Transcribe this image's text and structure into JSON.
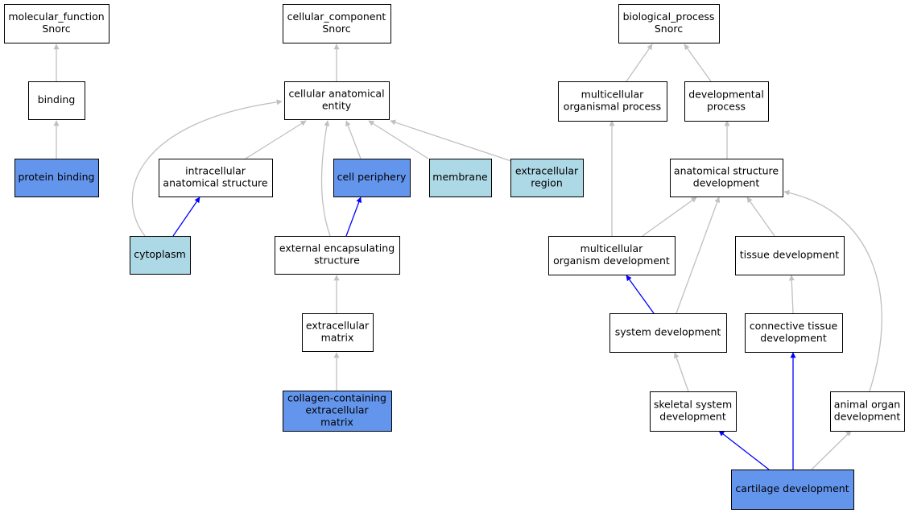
{
  "colors": {
    "background": "#ffffff",
    "default_node": "#ffffff",
    "direct_annotation": "#6495ed",
    "inferred_annotation": "#add8e6",
    "is_a_edge": "#c0c0c0",
    "annotation_edge": "#0000ff"
  },
  "nodes": [
    {
      "id": "mf_root",
      "lines": [
        "molecular_function",
        "Snorc"
      ],
      "fill": "default_node"
    },
    {
      "id": "binding",
      "lines": [
        "binding"
      ],
      "fill": "default_node"
    },
    {
      "id": "protein_binding",
      "lines": [
        "protein binding"
      ],
      "fill": "direct_annotation"
    },
    {
      "id": "cc_root",
      "lines": [
        "cellular_component",
        "Snorc"
      ],
      "fill": "default_node"
    },
    {
      "id": "cellular_anatomical_entity",
      "lines": [
        "cellular anatomical",
        "entity"
      ],
      "fill": "default_node"
    },
    {
      "id": "intracellular_anatomical_structure",
      "lines": [
        "intracellular",
        "anatomical structure"
      ],
      "fill": "default_node"
    },
    {
      "id": "cell_periphery",
      "lines": [
        "cell periphery"
      ],
      "fill": "direct_annotation"
    },
    {
      "id": "membrane",
      "lines": [
        "membrane"
      ],
      "fill": "inferred_annotation"
    },
    {
      "id": "extracellular_region",
      "lines": [
        "extracellular",
        "region"
      ],
      "fill": "inferred_annotation"
    },
    {
      "id": "cytoplasm",
      "lines": [
        "cytoplasm"
      ],
      "fill": "inferred_annotation"
    },
    {
      "id": "external_encapsulating_structure",
      "lines": [
        "external encapsulating",
        "structure"
      ],
      "fill": "default_node"
    },
    {
      "id": "extracellular_matrix",
      "lines": [
        "extracellular",
        "matrix"
      ],
      "fill": "default_node"
    },
    {
      "id": "collagen_ecm",
      "lines": [
        "collagen-containing",
        "extracellular",
        "matrix"
      ],
      "fill": "direct_annotation"
    },
    {
      "id": "bp_root",
      "lines": [
        "biological_process",
        "Snorc"
      ],
      "fill": "default_node"
    },
    {
      "id": "multicellular_organismal_process",
      "lines": [
        "multicellular",
        "organismal process"
      ],
      "fill": "default_node"
    },
    {
      "id": "developmental_process",
      "lines": [
        "developmental",
        "process"
      ],
      "fill": "default_node"
    },
    {
      "id": "anatomical_structure_development",
      "lines": [
        "anatomical structure",
        "development"
      ],
      "fill": "default_node"
    },
    {
      "id": "multicellular_organism_development",
      "lines": [
        "multicellular",
        "organism development"
      ],
      "fill": "default_node"
    },
    {
      "id": "tissue_development",
      "lines": [
        "tissue development"
      ],
      "fill": "default_node"
    },
    {
      "id": "system_development",
      "lines": [
        "system development"
      ],
      "fill": "default_node"
    },
    {
      "id": "connective_tissue_development",
      "lines": [
        "connective tissue",
        "development"
      ],
      "fill": "default_node"
    },
    {
      "id": "skeletal_system_development",
      "lines": [
        "skeletal system",
        "development"
      ],
      "fill": "default_node"
    },
    {
      "id": "animal_organ_development",
      "lines": [
        "animal organ",
        "development"
      ],
      "fill": "default_node"
    },
    {
      "id": "cartilage_development",
      "lines": [
        "cartilage development"
      ],
      "fill": "direct_annotation"
    }
  ],
  "edges": [
    {
      "from": "binding",
      "to": "mf_root",
      "type": "is_a_edge"
    },
    {
      "from": "protein_binding",
      "to": "binding",
      "type": "is_a_edge"
    },
    {
      "from": "cellular_anatomical_entity",
      "to": "cc_root",
      "type": "is_a_edge"
    },
    {
      "from": "intracellular_anatomical_structure",
      "to": "cellular_anatomical_entity",
      "type": "is_a_edge"
    },
    {
      "from": "cell_periphery",
      "to": "cellular_anatomical_entity",
      "type": "is_a_edge"
    },
    {
      "from": "membrane",
      "to": "cellular_anatomical_entity",
      "type": "is_a_edge"
    },
    {
      "from": "extracellular_region",
      "to": "cellular_anatomical_entity",
      "type": "is_a_edge"
    },
    {
      "from": "cytoplasm",
      "to": "cellular_anatomical_entity",
      "type": "is_a_edge"
    },
    {
      "from": "cytoplasm",
      "to": "intracellular_anatomical_structure",
      "type": "annotation_edge"
    },
    {
      "from": "external_encapsulating_structure",
      "to": "cellular_anatomical_entity",
      "type": "is_a_edge"
    },
    {
      "from": "external_encapsulating_structure",
      "to": "cell_periphery",
      "type": "annotation_edge"
    },
    {
      "from": "extracellular_matrix",
      "to": "external_encapsulating_structure",
      "type": "is_a_edge"
    },
    {
      "from": "collagen_ecm",
      "to": "extracellular_matrix",
      "type": "is_a_edge"
    },
    {
      "from": "multicellular_organismal_process",
      "to": "bp_root",
      "type": "is_a_edge"
    },
    {
      "from": "developmental_process",
      "to": "bp_root",
      "type": "is_a_edge"
    },
    {
      "from": "anatomical_structure_development",
      "to": "developmental_process",
      "type": "is_a_edge"
    },
    {
      "from": "multicellular_organism_development",
      "to": "multicellular_organismal_process",
      "type": "is_a_edge"
    },
    {
      "from": "multicellular_organism_development",
      "to": "anatomical_structure_development",
      "type": "is_a_edge"
    },
    {
      "from": "tissue_development",
      "to": "anatomical_structure_development",
      "type": "is_a_edge"
    },
    {
      "from": "system_development",
      "to": "anatomical_structure_development",
      "type": "is_a_edge"
    },
    {
      "from": "system_development",
      "to": "multicellular_organism_development",
      "type": "annotation_edge"
    },
    {
      "from": "connective_tissue_development",
      "to": "tissue_development",
      "type": "is_a_edge"
    },
    {
      "from": "skeletal_system_development",
      "to": "system_development",
      "type": "is_a_edge"
    },
    {
      "from": "animal_organ_development",
      "to": "anatomical_structure_development",
      "type": "is_a_edge"
    },
    {
      "from": "cartilage_development",
      "to": "skeletal_system_development",
      "type": "annotation_edge"
    },
    {
      "from": "cartilage_development",
      "to": "connective_tissue_development",
      "type": "annotation_edge"
    },
    {
      "from": "cartilage_development",
      "to": "animal_organ_development",
      "type": "is_a_edge"
    }
  ]
}
